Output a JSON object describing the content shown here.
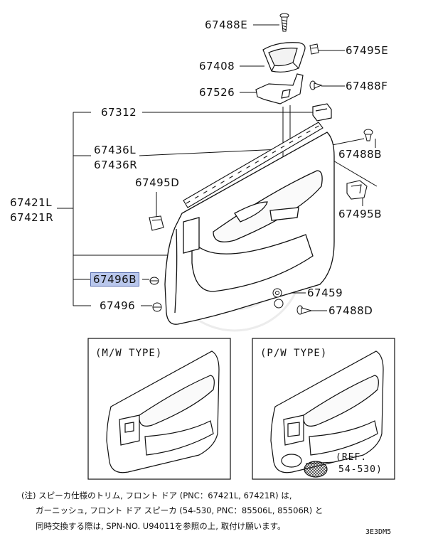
{
  "callouts": {
    "p67488E": "67488E",
    "p67495E": "67495E",
    "p67408": "67408",
    "p67526": "67526",
    "p67488F": "67488F",
    "p67312": "67312",
    "p67488B": "67488B",
    "p67436L": "67436L",
    "p67436R": "67436R",
    "p67495D": "67495D",
    "p67421L": "67421L",
    "p67421R": "67421R",
    "p67495B": "67495B",
    "p67496B": "67496B",
    "p67459": "67459",
    "p67496": "67496",
    "p67488D": "67488D"
  },
  "highlight_color": "#b9c7ec",
  "inset_left": {
    "title": "(M/W TYPE)"
  },
  "inset_right": {
    "title": "(P/W TYPE)",
    "ref_line1": "(REF.",
    "ref_line2": "54-530)"
  },
  "footnote": {
    "line1": "(注) スピーカ仕様のトリム, フロント ドア (PNC：67421L, 67421R) は,",
    "line2": "ガーニッシュ, フロント ドア スピーカ (54-530, PNC：85506L, 85506R) と",
    "line3": "同時交換する際は, SPN-NO. U94011を参照の上, 取付け願います。"
  },
  "diagram_code": "3E3DM5"
}
